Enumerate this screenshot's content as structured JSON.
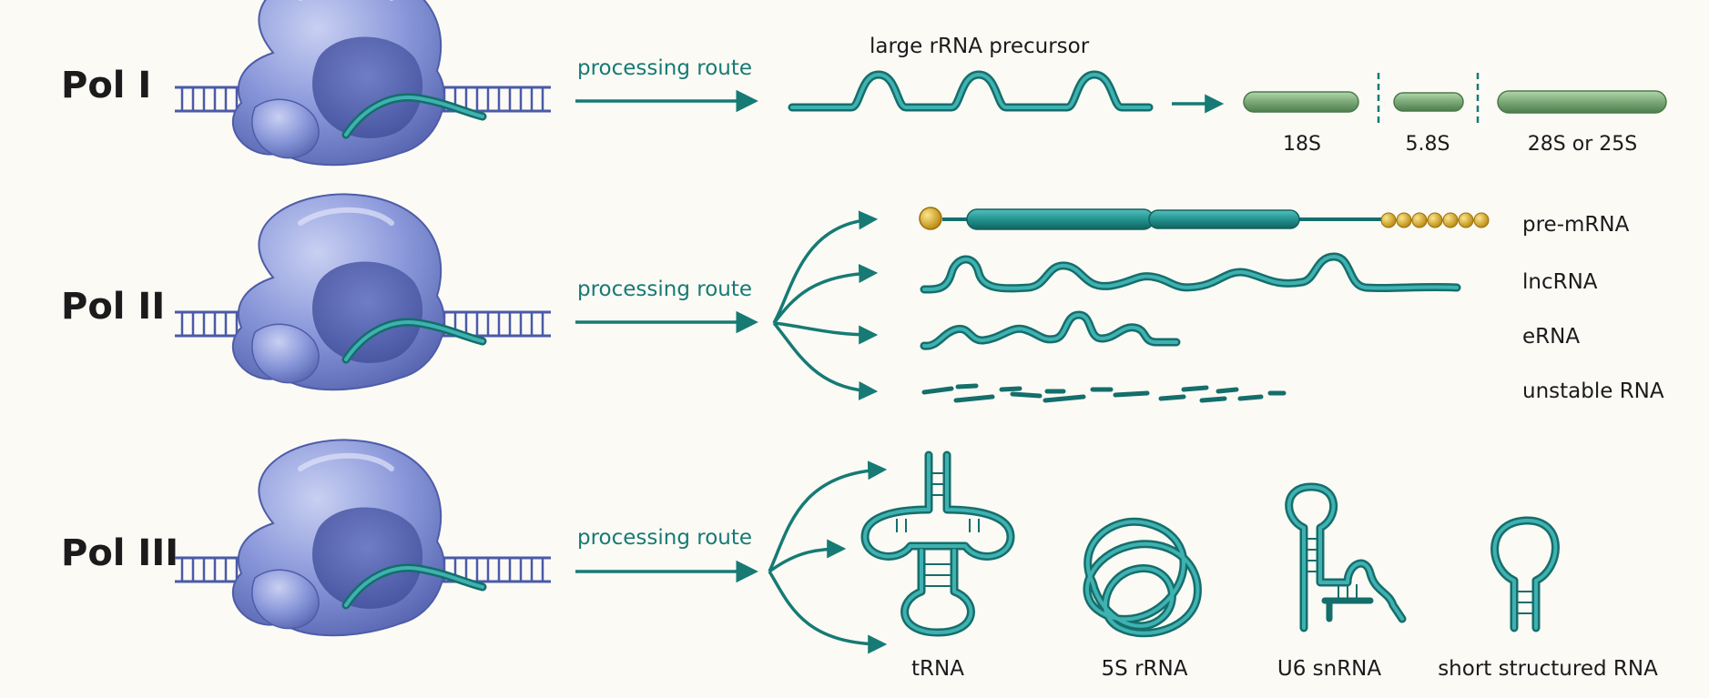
{
  "polymerases": [
    {
      "name": "Pol I",
      "route_label": "processing route",
      "precursor_label": "large rRNA precursor",
      "products": [
        "18S",
        "5.8S",
        "28S or 25S"
      ]
    },
    {
      "name": "Pol II",
      "route_label": "processing route",
      "products": [
        "pre-mRNA",
        "lncRNA",
        "eRNA",
        "unstable RNA"
      ]
    },
    {
      "name": "Pol III",
      "route_label": "processing route",
      "products": [
        "tRNA",
        "5S rRNA",
        "U6 snRNA",
        "short structured RNA"
      ]
    }
  ],
  "colors": {
    "rna_strand": "#156e6b",
    "rna_highlight": "#3fb1b1",
    "polymerase": "#7f8fd4",
    "polymerase_dark": "#5566b5",
    "dna": "#4a5aa8",
    "rrna_segment": "#7aa877",
    "cap": "#d4a21c",
    "arrow": "#177a74"
  }
}
